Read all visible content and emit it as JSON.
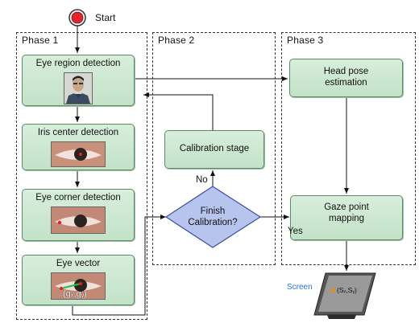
{
  "start": {
    "label": "Start"
  },
  "phases": [
    {
      "id": "phase1",
      "title": "Phase 1"
    },
    {
      "id": "phase2",
      "title": "Phase 2"
    },
    {
      "id": "phase3",
      "title": "Phase 3"
    }
  ],
  "nodes": {
    "eye_region": "Eye region detection",
    "iris_center": "Iris center detection",
    "eye_corner": "Eye corner detection",
    "eye_vector": "Eye vector",
    "eye_vector_formula": "(gₓ,gᵧ)",
    "calibration_stage": "Calibration stage",
    "finish_calibration_line1": "Finish",
    "finish_calibration_line2": "Calibration?",
    "head_pose_line1": "Head pose",
    "head_pose_line2": "estimation",
    "gaze_point_line1": "Gaze point",
    "gaze_point_line2": "mapping"
  },
  "edge_labels": {
    "no": "No",
    "yes": "Yes"
  },
  "screen": {
    "label": "Screen",
    "point": "(Sₓ,Sᵧ)"
  },
  "colors": {
    "node_fill": "#c3e2c8",
    "node_border": "#5b8a66",
    "decision_fill": "#b7c4ee",
    "decision_border": "#3c4f9e",
    "start_fill": "#e0262b",
    "screen_label": "#2a6fd6"
  }
}
